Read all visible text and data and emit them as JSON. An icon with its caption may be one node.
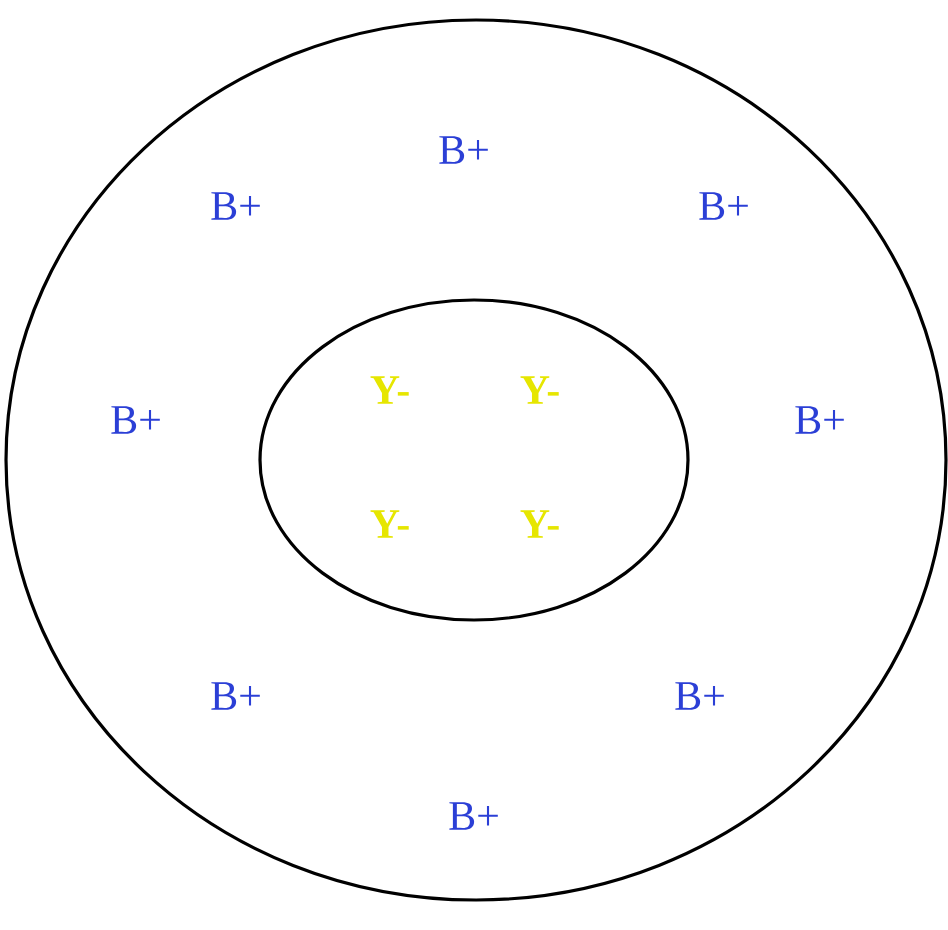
{
  "diagram": {
    "nodes": [
      {
        "text": [
          "B+",
          "B+",
          "B+",
          "B+",
          "B+",
          "B+",
          "B+",
          "B+"
        ]
      },
      {
        "text": [
          "Y-",
          "Y-",
          "Y-",
          "Y-"
        ],
        "in": 0
      }
    ]
  }
}
